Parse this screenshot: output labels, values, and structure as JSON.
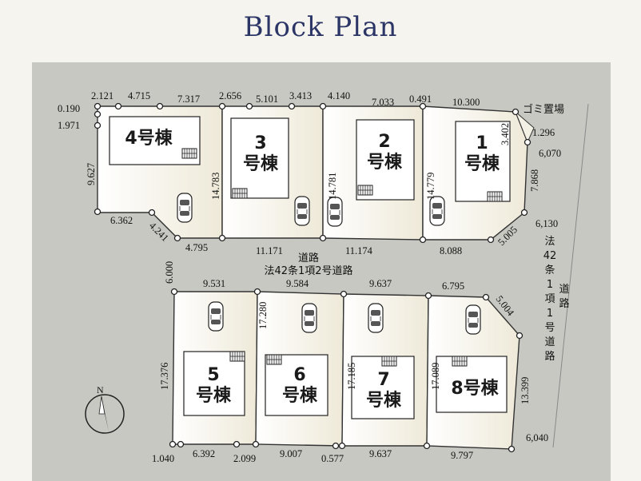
{
  "title": "Block Plan",
  "lots": {
    "lot4": "4号棟",
    "lot3": [
      "3",
      "号棟"
    ],
    "lot2": [
      "2",
      "号棟"
    ],
    "lot1": [
      "1",
      "号棟"
    ],
    "lot5": [
      "5",
      "号棟"
    ],
    "lot6": [
      "6",
      "号棟"
    ],
    "lot7": [
      "7",
      "号棟"
    ],
    "lot8": "8号棟"
  },
  "roads": {
    "center_label": "道路",
    "center_sub": "法42条1項2号道路",
    "east_col1": [
      "法",
      "42",
      "条",
      "1",
      "項",
      "1",
      "号",
      "道",
      "路"
    ],
    "east_col2": [
      "道",
      "路"
    ],
    "garbage": "ゴミ置場"
  },
  "dims": {
    "d0190": "0.190",
    "d1971": "1.971",
    "d2121": "2.121",
    "d4715": "4.715",
    "d7317": "7.317",
    "d2656": "2.656",
    "d5101": "5.101",
    "d3413": "3.413",
    "d4140": "4.140",
    "d7033": "7.033",
    "d0491": "0.491",
    "d10300": "10.300",
    "d1296": "1.296",
    "d3402": "3.402",
    "d6070": "6,070",
    "d7868": "7.868",
    "d9627": "9.627",
    "d14783": "14.783",
    "d14781": "14.781",
    "d14779": "14.779",
    "d6362": "6.362",
    "d4241": "4.241",
    "d4795": "4.795",
    "d11171": "11.171",
    "d11174": "11.174",
    "d8088": "8.088",
    "d5005": "5.005",
    "d6130": "6,130",
    "d6000": "6.000",
    "d9531": "9.531",
    "d9584": "9.584",
    "d9637a": "9.637",
    "d6795": "6.795",
    "d5004": "5.004",
    "d17376": "17.376",
    "d17280": "17.280",
    "d17185": "17.185",
    "d17089": "17.089",
    "d13399": "13.399",
    "d1040": "1.040",
    "d6392": "6.392",
    "d2099": "2.099",
    "d9007": "9.007",
    "d0577": "0.577",
    "d9637b": "9.637",
    "d9797": "9.797",
    "d6040": "6,040"
  },
  "colors": {
    "road": "#c8c8c2",
    "lot": "#fbf8ef",
    "border": "#333333",
    "title": "#2b3566"
  }
}
